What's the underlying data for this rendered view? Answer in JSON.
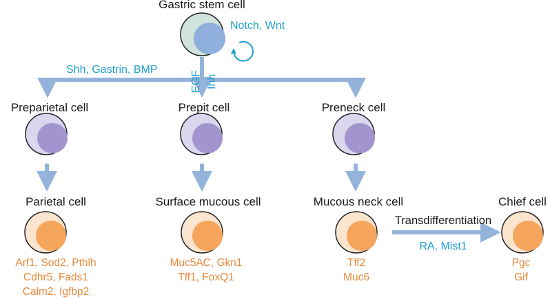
{
  "colors": {
    "arrow": "#93b3db",
    "signal_text": "#1fa0cf",
    "marker_text": "#e8893a",
    "stem_outer": "#cfe2dc",
    "stem_inner": "#8fb0dc",
    "progenitor_outer": "#d9d6ed",
    "progenitor_inner": "#a295cf",
    "mature_outer": "#fbe5cf",
    "mature_inner": "#f5a55c"
  },
  "cells": {
    "stem": {
      "label": "Gastric stem cell"
    },
    "preparietal": {
      "label": "Preparietal cell"
    },
    "prepit": {
      "label": "Prepit cell"
    },
    "preneck": {
      "label": "Preneck cell"
    },
    "parietal": {
      "label": "Parietal cell",
      "markers": [
        "Arf1, Sod2, Pthlh",
        "Cdhr5, Fads1",
        "Calm2, Igfbp2"
      ]
    },
    "surface_mucous": {
      "label": "Surface mucous cell",
      "markers": [
        "Muc5AC, Gkn1",
        "Tff1, FoxQ1"
      ]
    },
    "mucous_neck": {
      "label": "Mucous neck cell",
      "markers": [
        "Tff2",
        "Muc6"
      ]
    },
    "chief": {
      "label": "Chief cell",
      "markers": [
        "Pgc",
        "Gif"
      ]
    }
  },
  "signals": {
    "self_renewal": "Notch, Wnt",
    "parietal_branch": "Shh, Gastrin, BMP",
    "egf": "EGF",
    "ihh": "Ihh",
    "transdiff_factors": "RA, Mist1"
  },
  "process": {
    "transdifferentiation": "Transdifferentiation"
  }
}
